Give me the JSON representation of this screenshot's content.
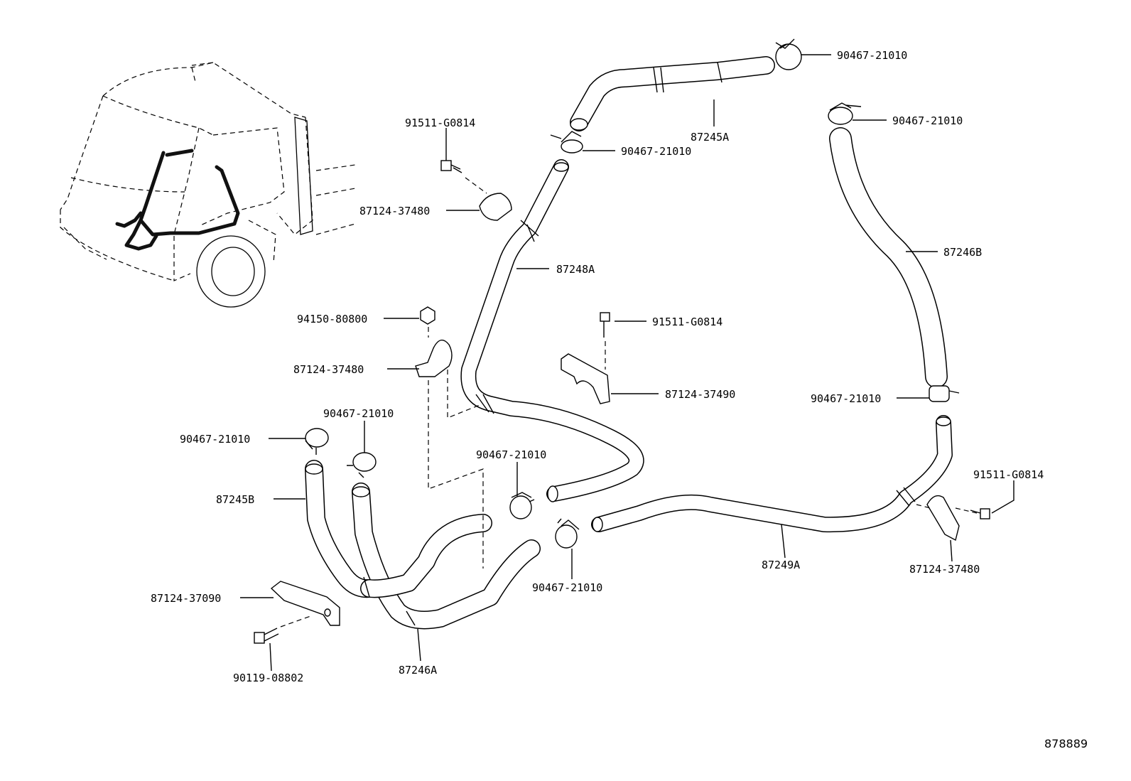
{
  "diagram_id": "878889",
  "labels": {
    "clamp_top_right": "90467-21010",
    "clamp_right_upper": "90467-21010",
    "clamp_top_center": "90467-21010",
    "hose_87245A": "87245A",
    "bolt_top_left": "91511-G0814",
    "clamp_bracket_top": "87124-37480",
    "hose_87248A": "87248A",
    "hose_87246B": "87246B",
    "nut_94150": "94150-80800",
    "clamp_bracket_mid": "87124-37480",
    "bolt_mid": "91511-G0814",
    "bracket_87124_37490": "87124-37490",
    "clamp_right_mid": "90467-21010",
    "clamp_left_a": "90467-21010",
    "clamp_left_b": "90467-21010",
    "clamp_center_a": "90467-21010",
    "bolt_right": "91511-G0814",
    "hose_87245B": "87245B",
    "clamp_center_b": "90467-21010",
    "hose_87249A": "87249A",
    "clamp_bracket_right": "87124-37480",
    "bracket_87124_37090": "87124-37090",
    "bolt_90119": "90119-08802",
    "hose_87246A": "87246A"
  }
}
